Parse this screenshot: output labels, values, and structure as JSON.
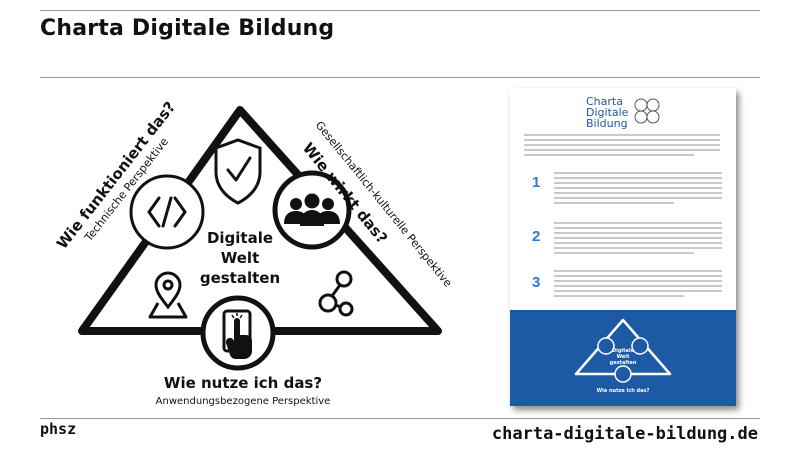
{
  "header": {
    "title": "Charta Digitale Bildung"
  },
  "diagram": {
    "center_lines": [
      "Digitale",
      "Welt",
      "gestalten"
    ],
    "left_heading": "Wie funktioniert das?",
    "left_sub": "Technische Perspektive",
    "right_heading": "Wie wirkt das?",
    "right_sub": "Gesellschaftlich-kulturelle Perspektive",
    "bottom_heading": "Wie nutze ich das?",
    "bottom_sub": "Anwendungsbezogene Perspektive",
    "icons": [
      "code-icon",
      "shield-check-icon",
      "group-icon",
      "map-pin-icon",
      "network-icon",
      "touch-phone-icon"
    ]
  },
  "document": {
    "logo_lines": [
      "Charta",
      "Digitale",
      "Bildung"
    ],
    "numbers": [
      "1",
      "2",
      "3"
    ],
    "mini": {
      "center_lines": [
        "Digitale",
        "Welt",
        "gestalten"
      ],
      "bottom_heading": "Wie nutze ich das?"
    }
  },
  "footer": {
    "left": "phsz",
    "right": "charta-digitale-bildung.de"
  }
}
